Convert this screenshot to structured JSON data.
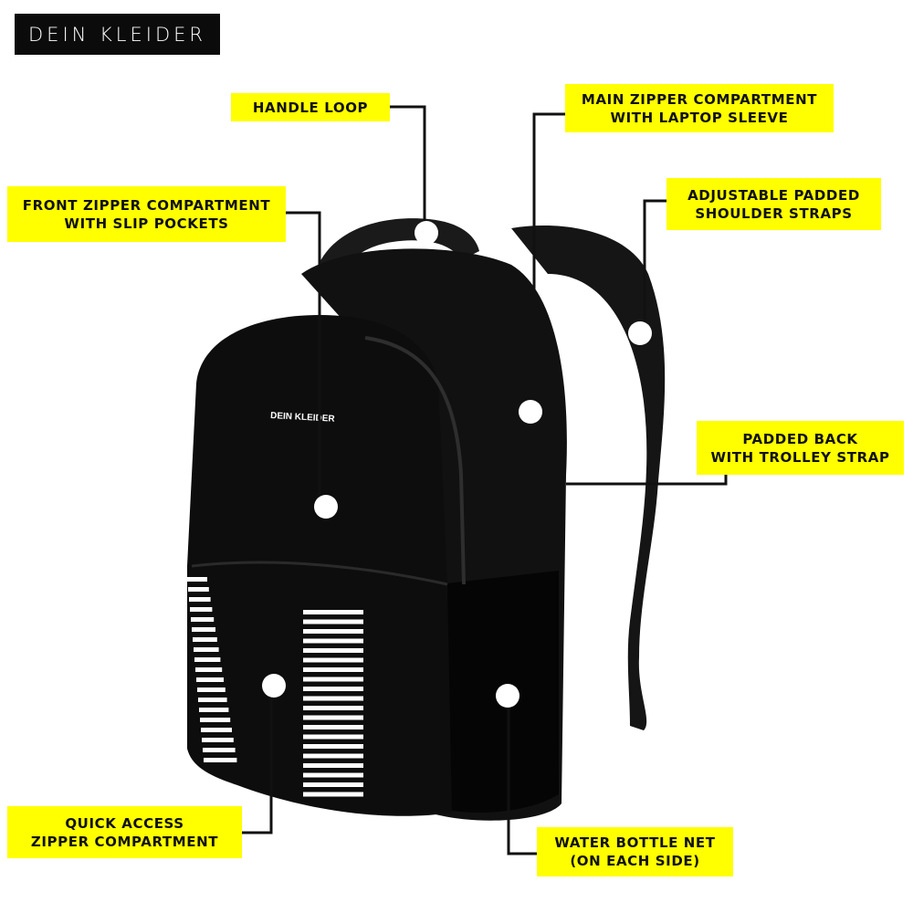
{
  "brand": "DEIN KLEIDER",
  "bag_logo": "DEIN KLEIDER",
  "colors": {
    "label_bg": "#ffff00",
    "bag": "#0d0d0d",
    "stripe": "#ffffff"
  },
  "callouts": {
    "handle_loop": [
      "HANDLE LOOP"
    ],
    "main_zipper": [
      "MAIN ZIPPER COMPARTMENT",
      "WITH LAPTOP SLEEVE"
    ],
    "front_zipper": [
      "FRONT ZIPPER COMPARTMENT",
      "WITH SLIP POCKETS"
    ],
    "shoulder_straps": [
      "ADJUSTABLE PADDED",
      "SHOULDER STRAPS"
    ],
    "padded_back": [
      "PADDED BACK",
      "WITH TROLLEY STRAP"
    ],
    "quick_access": [
      "QUICK ACCESS",
      "ZIPPER COMPARTMENT"
    ],
    "water_bottle": [
      "WATER BOTTLE NET",
      "(ON EACH SIDE)"
    ]
  }
}
